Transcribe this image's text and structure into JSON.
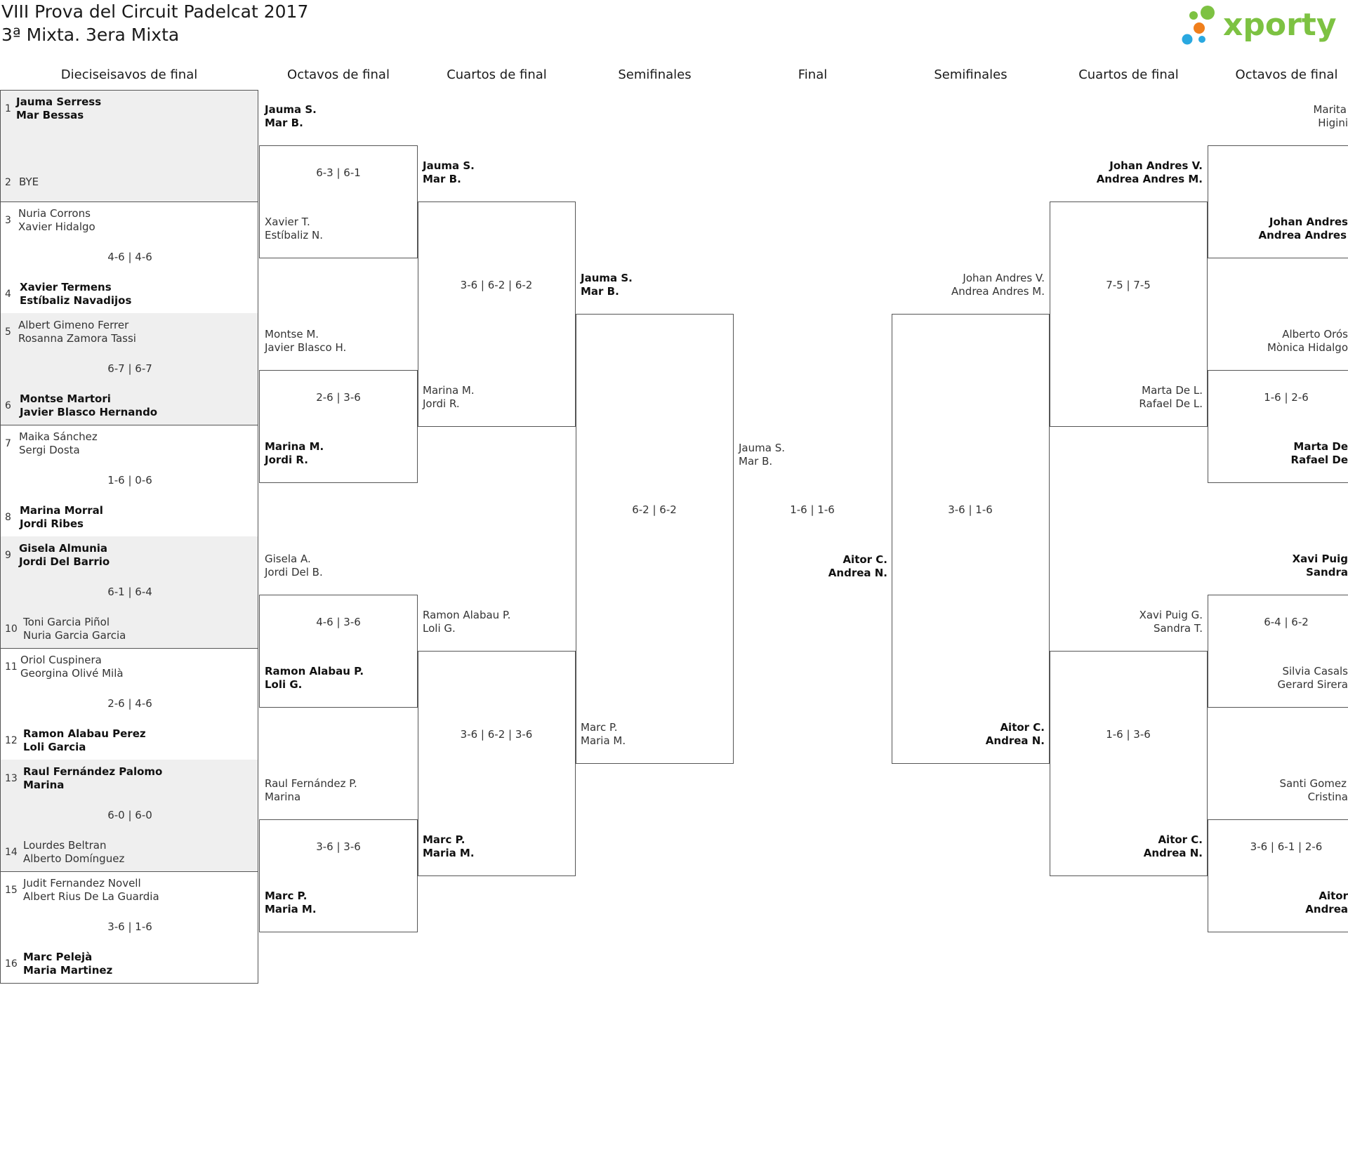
{
  "header": {
    "title": "VIII Prova del Circuit Padelcat 2017",
    "subtitle": "3ª Mixta. 3era Mixta",
    "logo_text": "xporty"
  },
  "colors": {
    "logo_green": "#7dc242",
    "logo_orange": "#f07f1c",
    "logo_blue": "#29a8e0",
    "grey_fill": "#efefef"
  },
  "columns": [
    "Dieciseisavos de final",
    "Octavos de final",
    "Cuartos de final",
    "Semifinales",
    "Final",
    "Semifinales",
    "Cuartos de final",
    "Octavos de final"
  ],
  "r32": [
    {
      "seed": "1",
      "p1": "Jauma Serress",
      "p2": "Mar Bessas"
    },
    {
      "seed": "2",
      "p1": "BYE",
      "p2": ""
    },
    {
      "seed": "3",
      "p1": "Nuria Corrons",
      "p2": "Xavier Hidalgo"
    },
    {
      "seed": "4",
      "p1": "Xavier Termens",
      "p2": "Estíbaliz Navadijos"
    },
    {
      "seed": "5",
      "p1": "Albert Gimeno Ferrer",
      "p2": "Rosanna Zamora Tassi"
    },
    {
      "seed": "6",
      "p1": "Montse Martori",
      "p2": "Javier Blasco Hernando"
    },
    {
      "seed": "7",
      "p1": "Maika Sánchez",
      "p2": "Sergi Dosta"
    },
    {
      "seed": "8",
      "p1": "Marina Morral",
      "p2": "Jordi Ribes"
    },
    {
      "seed": "9",
      "p1": "Gisela Almunia",
      "p2": "Jordi Del Barrio"
    },
    {
      "seed": "10",
      "p1": "Toni Garcia Piñol",
      "p2": "Nuria Garcia Garcia"
    },
    {
      "seed": "11",
      "p1": "Oriol Cuspinera",
      "p2": "Georgina Olivé Milà"
    },
    {
      "seed": "12",
      "p1": "Ramon Alabau Perez",
      "p2": "Loli Garcia"
    },
    {
      "seed": "13",
      "p1": "Raul Fernández Palomo",
      "p2": "Marina"
    },
    {
      "seed": "14",
      "p1": "Lourdes Beltran",
      "p2": "Alberto Domínguez"
    },
    {
      "seed": "15",
      "p1": "Judit Fernandez Novell",
      "p2": "Albert Rius De La Guardia"
    },
    {
      "seed": "16",
      "p1": "Marc Pelejà",
      "p2": "Maria Martinez"
    }
  ],
  "r32_scores": [
    "4-6 | 4-6",
    "6-7 | 6-7",
    "1-6 | 0-6",
    "6-1 | 6-4",
    "2-6 | 4-6",
    "6-0 | 6-0",
    "3-6 | 1-6"
  ],
  "r16": [
    {
      "p1": "Jauma S.",
      "p2": "Mar B."
    },
    {
      "p1": "Xavier T.",
      "p2": "Estíbaliz N."
    },
    {
      "p1": "Montse M.",
      "p2": "Javier Blasco H."
    },
    {
      "p1": "Marina M.",
      "p2": "Jordi R."
    },
    {
      "p1": "Gisela A.",
      "p2": "Jordi Del B."
    },
    {
      "p1": "Ramon Alabau P.",
      "p2": "Loli G."
    },
    {
      "p1": "Raul Fernández P.",
      "p2": "Marina"
    },
    {
      "p1": "Marc P.",
      "p2": "Maria M."
    }
  ],
  "r16_scores": [
    "6-3 | 6-1",
    "2-6 | 3-6",
    "4-6 | 3-6",
    "3-6 | 3-6"
  ],
  "qf": [
    {
      "p1": "Jauma S.",
      "p2": "Mar B."
    },
    {
      "p1": "Marina M.",
      "p2": "Jordi R."
    },
    {
      "p1": "Ramon Alabau P.",
      "p2": "Loli G."
    },
    {
      "p1": "Marc P.",
      "p2": "Maria M."
    }
  ],
  "qf_scores": [
    "3-6 | 6-2 | 6-2",
    "3-6 | 6-2 | 3-6"
  ],
  "sf": [
    {
      "p1": "Jauma S.",
      "p2": "Mar B."
    },
    {
      "p1": "Marc P.",
      "p2": "Maria M."
    }
  ],
  "sf_score": "6-2 | 6-2",
  "final": {
    "left": {
      "p1": "Jauma S.",
      "p2": "Mar B."
    },
    "right": {
      "p1": "Aitor C.",
      "p2": "Andrea N."
    },
    "score": "1-6 | 1-6"
  },
  "right": {
    "sf": [
      {
        "p1": "Johan Andres V.",
        "p2": "Andrea Andres M."
      },
      {
        "p1": "Aitor C.",
        "p2": "Andrea N."
      }
    ],
    "sf_score": "3-6 | 1-6",
    "qf": [
      {
        "p1": "Johan Andres V.",
        "p2": "Andrea Andres M."
      },
      {
        "p1": "Marta De L.",
        "p2": "Rafael De L."
      },
      {
        "p1": "Xavi Puig G.",
        "p2": "Sandra T."
      },
      {
        "p1": "Aitor C.",
        "p2": "Andrea N."
      }
    ],
    "qf_scores": [
      "7-5 | 7-5",
      "1-6 | 3-6"
    ],
    "r16": [
      {
        "p1": "Marita",
        "p2": "Higini"
      },
      {
        "p1": "Johan Andres",
        "p2": "Andrea Andres"
      },
      {
        "p1": "Alberto Orós",
        "p2": "Mònica Hidalgo"
      },
      {
        "p1": "Marta De",
        "p2": "Rafael De"
      },
      {
        "p1": "Xavi Puig",
        "p2": "Sandra"
      },
      {
        "p1": "Silvia Casals",
        "p2": "Gerard Sirera"
      },
      {
        "p1": "Santi Gomez",
        "p2": "Cristina"
      },
      {
        "p1": "Aitor",
        "p2": "Andrea"
      }
    ],
    "r16_scores": [
      "1-6 | 2-6",
      "6-4 | 6-2",
      "3-6 | 6-1 | 2-6"
    ]
  }
}
